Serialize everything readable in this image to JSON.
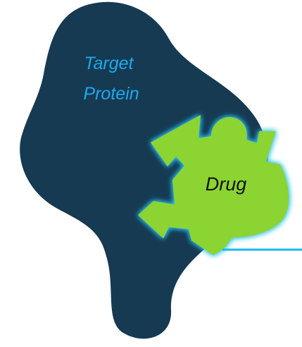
{
  "protein": {
    "label_line1": "Target",
    "label_line2": "Protein",
    "fill_color": "#173a53",
    "label_color": "#1ba9ee"
  },
  "drug": {
    "label": "Drug",
    "fill_color": "#8bd430",
    "glow_color": "#2ec4f2",
    "label_color": "#111111"
  },
  "connector": {
    "color": "#18b8ee"
  }
}
